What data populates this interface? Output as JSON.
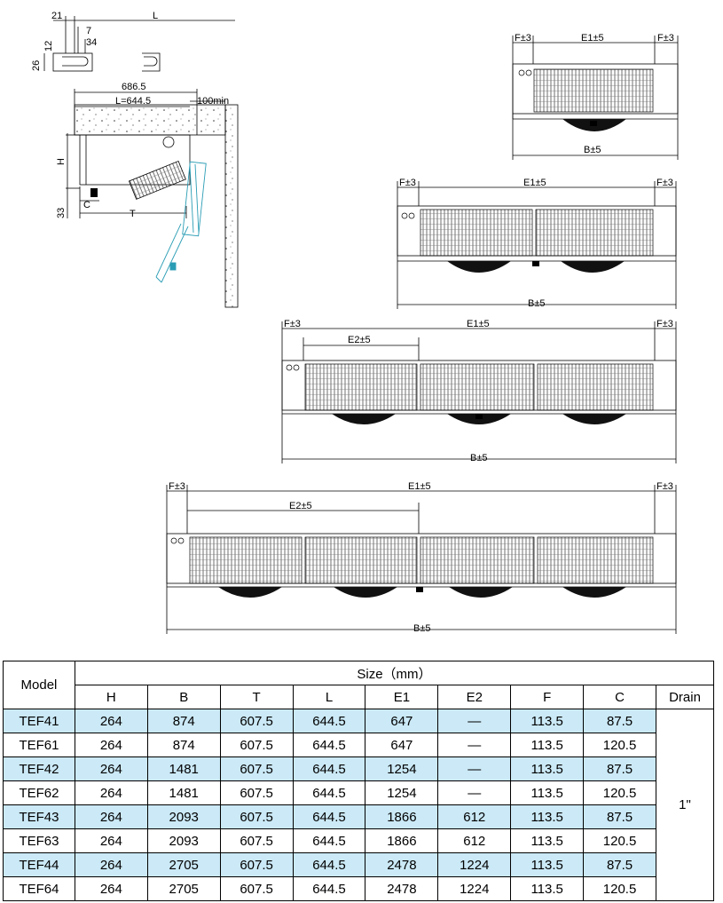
{
  "side_detail": {
    "dims_top": [
      "21",
      "L",
      "7",
      "34",
      "12",
      "26"
    ],
    "width_total": "686.5",
    "width_inner": "L=644.5",
    "clearance": "100min",
    "height": "H",
    "drain_c": "C",
    "bottom_offset": "33",
    "depth_t": "T"
  },
  "units": [
    {
      "f_left": "F±3",
      "e1": "E1±5",
      "f_right": "F±3",
      "b": "B±5"
    },
    {
      "f_left": "F±3",
      "e1": "E1±5",
      "f_right": "F±3",
      "b": "B±5"
    },
    {
      "f_left": "F±3",
      "e1": "E1±5",
      "e2": "E2±5",
      "f_right": "F±3",
      "b": "B±5"
    },
    {
      "f_left": "F±3",
      "e1": "E1±5",
      "e2": "E2±5",
      "f_right": "F±3",
      "b": "B±5"
    }
  ],
  "table": {
    "model_header": "Model",
    "size_header": "Size（mm）",
    "columns": [
      "H",
      "B",
      "T",
      "L",
      "E1",
      "E2",
      "F",
      "C",
      "Drain"
    ],
    "drain_value": "1\"",
    "rows": [
      {
        "model": "TEF41",
        "values": [
          "264",
          "874",
          "607.5",
          "644.5",
          "647",
          "—",
          "113.5",
          "87.5"
        ]
      },
      {
        "model": "TEF61",
        "values": [
          "264",
          "874",
          "607.5",
          "644.5",
          "647",
          "—",
          "113.5",
          "120.5"
        ]
      },
      {
        "model": "TEF42",
        "values": [
          "264",
          "1481",
          "607.5",
          "644.5",
          "1254",
          "—",
          "113.5",
          "87.5"
        ]
      },
      {
        "model": "TEF62",
        "values": [
          "264",
          "1481",
          "607.5",
          "644.5",
          "1254",
          "—",
          "113.5",
          "120.5"
        ]
      },
      {
        "model": "TEF43",
        "values": [
          "264",
          "2093",
          "607.5",
          "644.5",
          "1866",
          "612",
          "113.5",
          "87.5"
        ]
      },
      {
        "model": "TEF63",
        "values": [
          "264",
          "2093",
          "607.5",
          "644.5",
          "1866",
          "612",
          "113.5",
          "120.5"
        ]
      },
      {
        "model": "TEF44",
        "values": [
          "264",
          "2705",
          "607.5",
          "644.5",
          "2478",
          "1224",
          "113.5",
          "87.5"
        ]
      },
      {
        "model": "TEF64",
        "values": [
          "264",
          "2705",
          "607.5",
          "644.5",
          "2478",
          "1224",
          "113.5",
          "120.5"
        ]
      }
    ],
    "highlight_color": "#cbe9f6"
  }
}
